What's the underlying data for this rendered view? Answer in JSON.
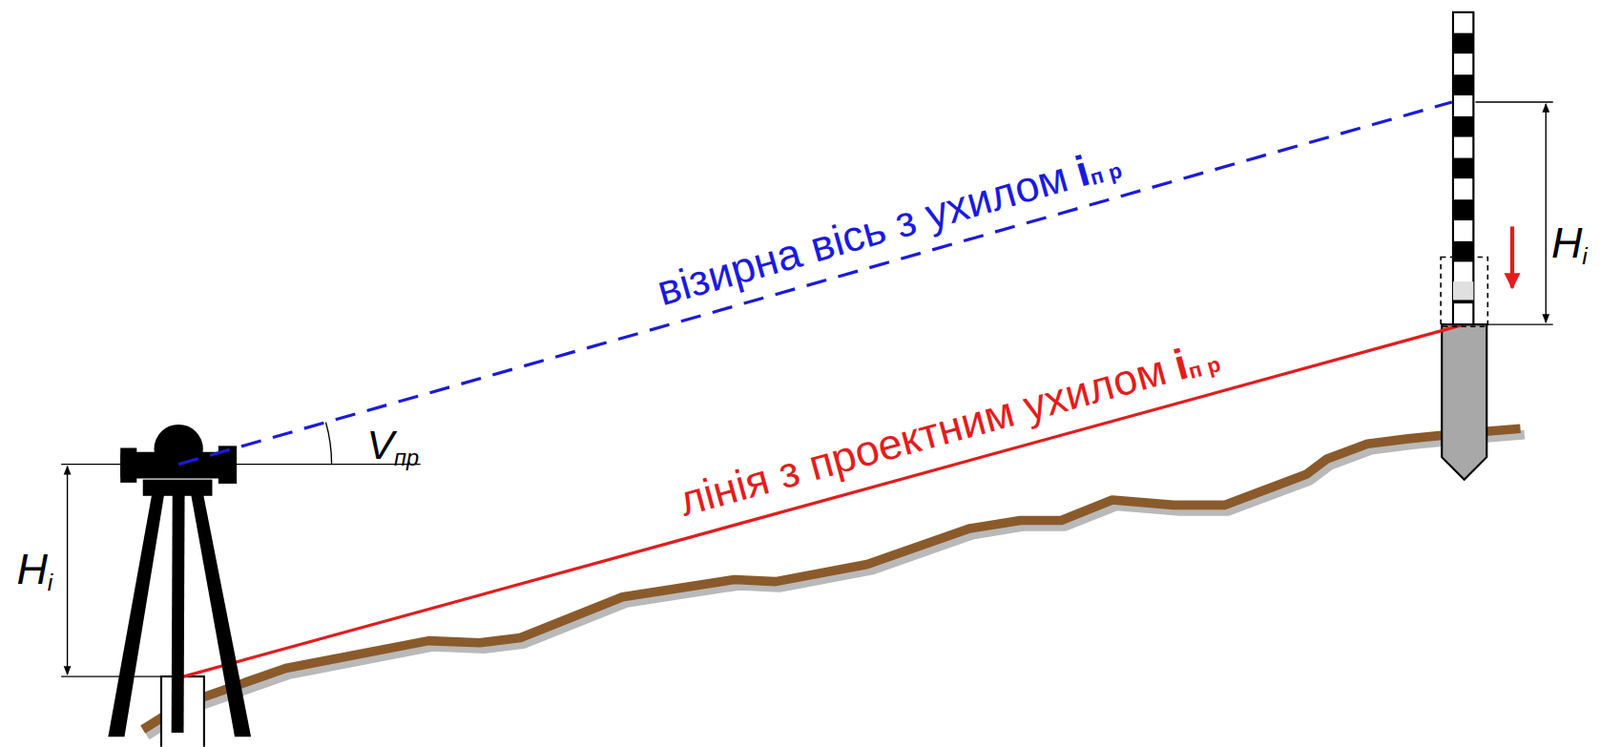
{
  "diagram": {
    "labels": [
      "візирна вісь з ухилом",
      "i",
      "п р",
      "V",
      "пр",
      "лінія з проектним ухилом",
      "i",
      "п р",
      "H",
      "i",
      "H",
      "i"
    ]
  }
}
